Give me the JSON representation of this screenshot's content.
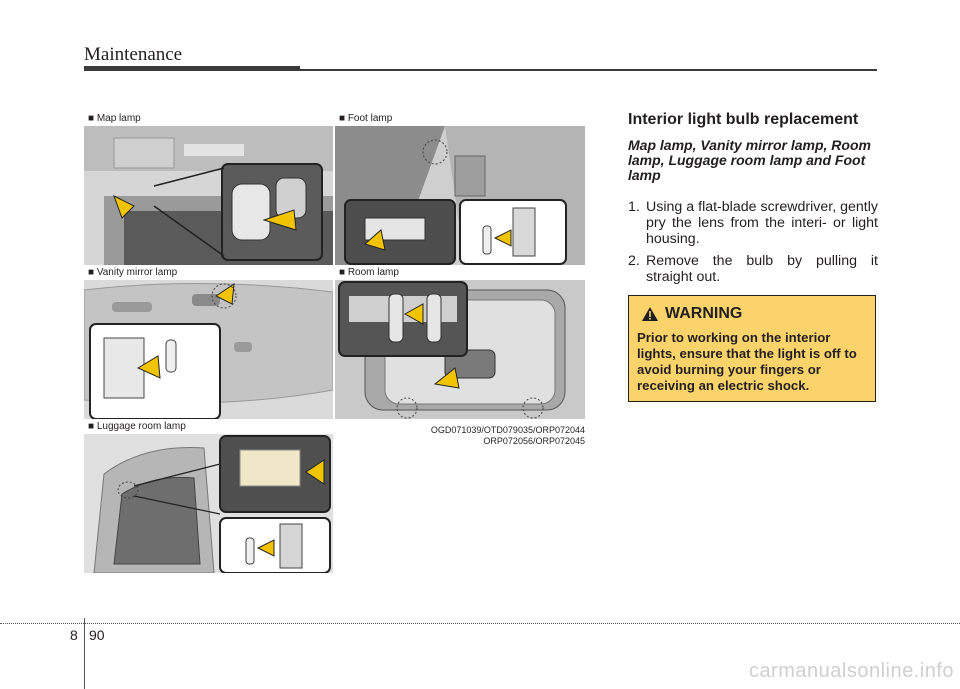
{
  "header": {
    "title": "Maintenance"
  },
  "panels": {
    "map_lamp": {
      "label": "■ Map lamp"
    },
    "foot_lamp": {
      "label": "■ Foot lamp"
    },
    "vanity_mirror_lamp": {
      "label": "■ Vanity mirror lamp"
    },
    "room_lamp": {
      "label": "■ Room lamp"
    },
    "luggage_room_lamp": {
      "label": "■ Luggage room lamp"
    }
  },
  "figure_codes": {
    "line1": "OGD071039/OTD079035/ORP072044",
    "line2": "ORP072056/ORP072045"
  },
  "section": {
    "title": "Interior light bulb replacement",
    "subtitle": "Map lamp, Vanity mirror lamp, Room lamp, Luggage room lamp and Foot lamp",
    "steps": [
      {
        "num": "1.",
        "text": "Using a flat-blade screwdriver, gently pry the lens from the interi- or light housing."
      },
      {
        "num": "2.",
        "text": "Remove the bulb by pulling it straight out."
      }
    ]
  },
  "warning": {
    "title": "WARNING",
    "text": "Prior to working on the interior lights, ensure that the light is off to avoid burning your fingers or receiving an electric shock.",
    "background_color": "#fbd36b"
  },
  "footer": {
    "chapter": "8",
    "page": "90"
  },
  "watermark": "carmanualsonline.info"
}
